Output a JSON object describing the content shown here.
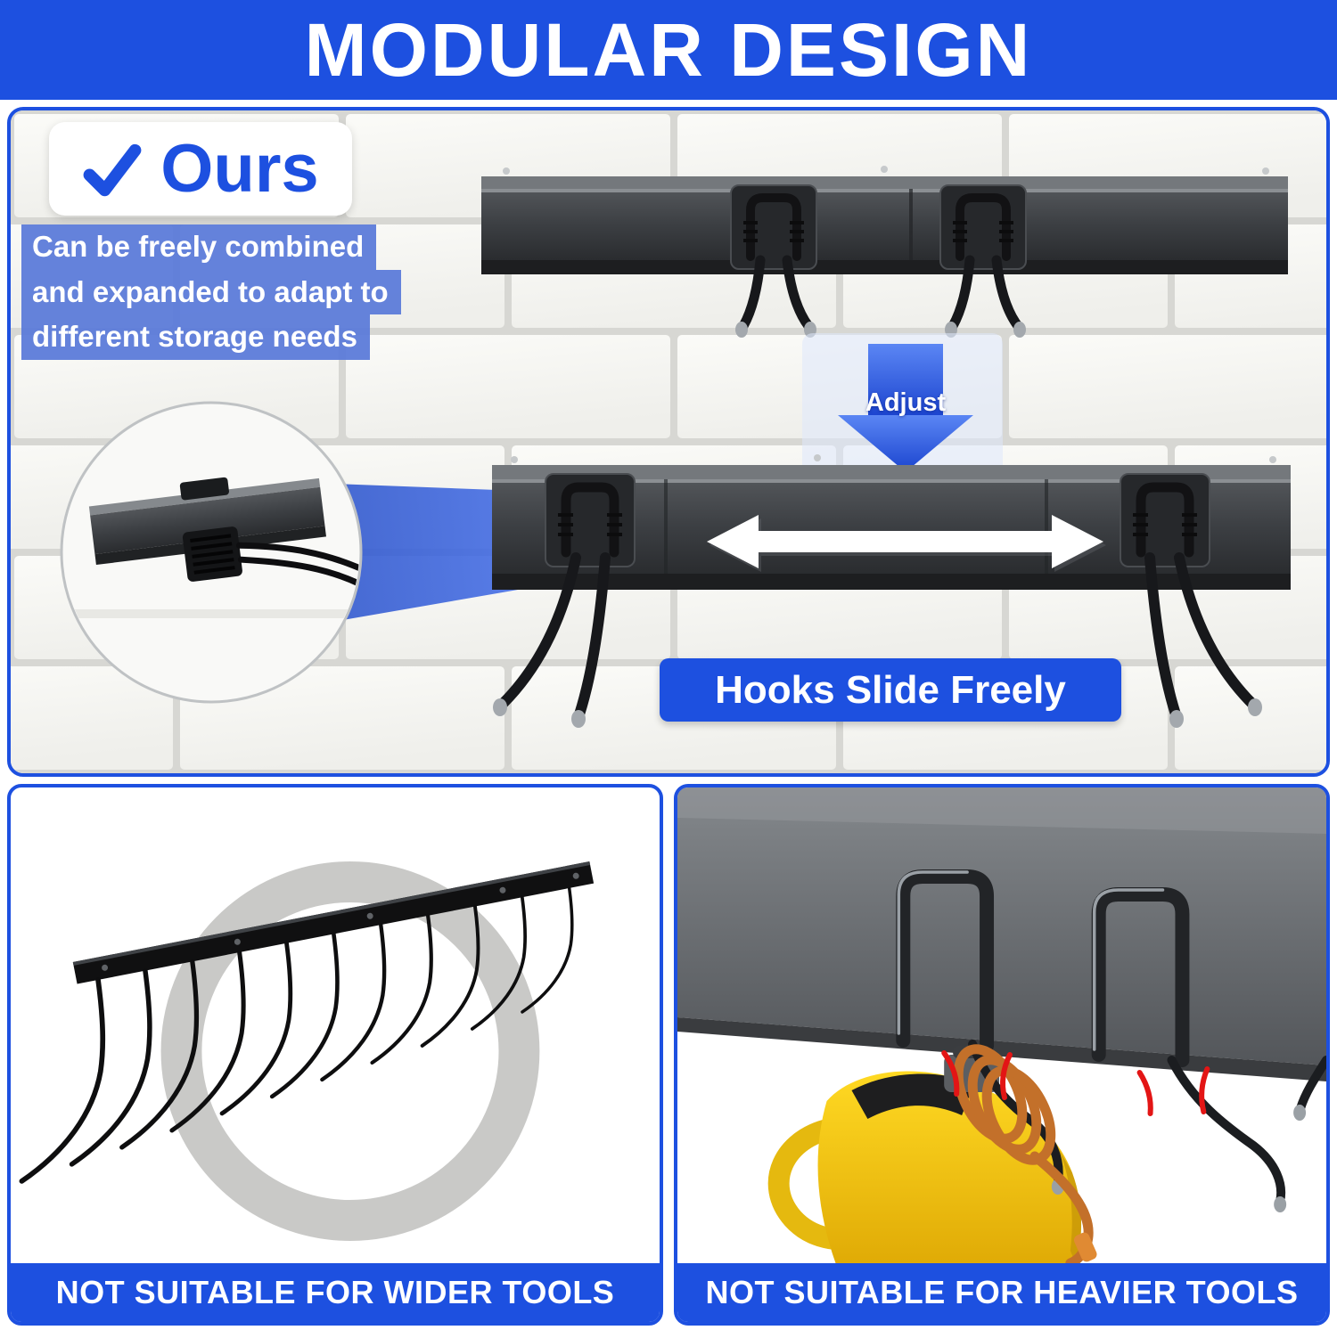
{
  "header": {
    "title": "MODULAR DESIGN"
  },
  "main": {
    "badge": {
      "label": "Ours"
    },
    "description_lines": [
      "Can be freely combined",
      "and expanded to adapt to",
      "different storage needs"
    ],
    "adjust_label": "Adjust",
    "slide_label": "Hooks Slide Freely"
  },
  "panels": {
    "left": {
      "caption": "NOT SUITABLE FOR WIDER TOOLS"
    },
    "right": {
      "caption": "NOT SUITABLE FOR HEAVIER TOOLS"
    }
  },
  "colors": {
    "primary_blue": "#1d50e0",
    "chip_blue": "#5c7bd9",
    "beam_blue": "#2f5fe2",
    "wall_white": "#f6f6f3",
    "mortar_gray": "#d7d7d3",
    "rail_gray": "#3c3f43",
    "warning_red": "#e31515",
    "tool_yellow": "#f5c714",
    "cable_orange": "#c3702a"
  },
  "icons": {
    "checkmark": "✓",
    "adjust_arrow": "down-arrow",
    "slide_arrow": "left-right-arrow",
    "zoom_inset": "magnifier-circle",
    "prohibition_ring": "gray-ring"
  }
}
